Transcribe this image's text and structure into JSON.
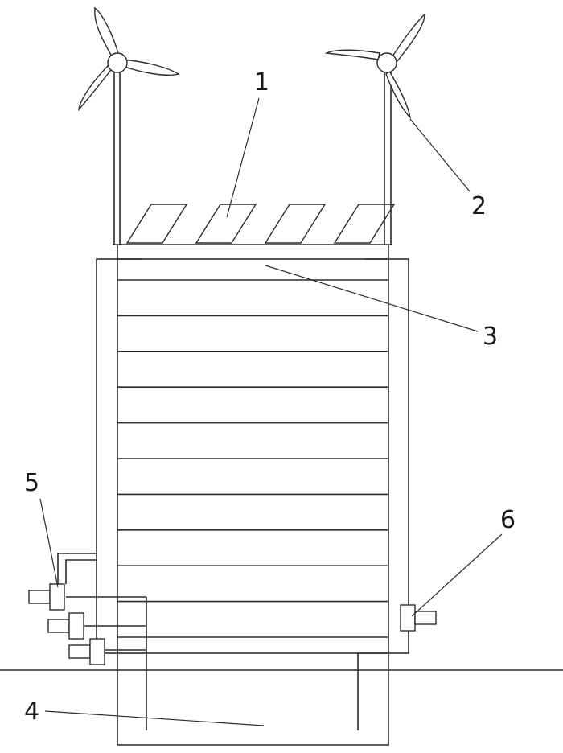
{
  "labels": {
    "panels": "1",
    "turbine": "2",
    "tank": "3",
    "base": "4",
    "left_valves": "5",
    "right_valve": "6"
  }
}
